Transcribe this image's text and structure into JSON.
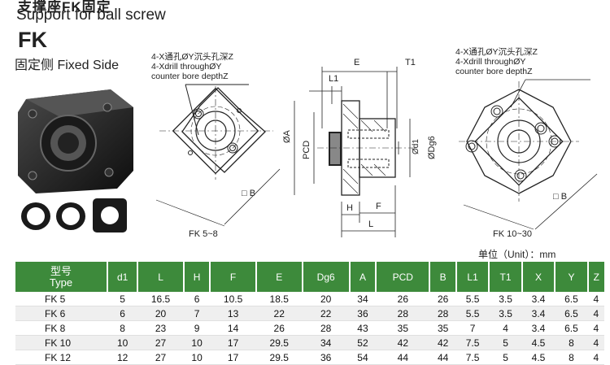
{
  "header": {
    "cut_text": "支撑座FK固定",
    "title": "Support for ball screw",
    "model": "FK",
    "side_label": "固定侧 Fixed Side"
  },
  "drawing_left": {
    "note_line1": "4-X通孔ØY沉头孔深Z",
    "note_line2": "4-Xdrill throughØY",
    "note_line3": "counter bore depthZ",
    "dim_B": "□ B",
    "range": "FK 5~8"
  },
  "drawing_side": {
    "E": "E",
    "T1": "T1",
    "L1": "L1",
    "A": "ØA",
    "PCD": "PCD",
    "d1": "Ød1",
    "Dg6": "ØDg6",
    "H": "H",
    "F": "F",
    "L": "L"
  },
  "drawing_right": {
    "note_line1": "4-X通孔ØY沉头孔深Z",
    "note_line2": "4-Xdrill throughØY",
    "note_line3": "counter bore depthZ",
    "dim_B": "□ B",
    "range": "FK 10~30"
  },
  "unit_label": "单位（Unit）：mm",
  "table": {
    "type_cn": "型号",
    "type_en": "Type",
    "columns": [
      "d1",
      "L",
      "H",
      "F",
      "E",
      "Dg6",
      "A",
      "PCD",
      "B",
      "L1",
      "T1",
      "X",
      "Y",
      "Z"
    ],
    "rows": [
      {
        "type": "FK  5",
        "vals": [
          "5",
          "16.5",
          "6",
          "10.5",
          "18.5",
          "20",
          "34",
          "26",
          "26",
          "5.5",
          "3.5",
          "3.4",
          "6.5",
          "4"
        ]
      },
      {
        "type": "FK  6",
        "vals": [
          "6",
          "20",
          "7",
          "13",
          "22",
          "22",
          "36",
          "28",
          "28",
          "5.5",
          "3.5",
          "3.4",
          "6.5",
          "4"
        ]
      },
      {
        "type": "FK  8",
        "vals": [
          "8",
          "23",
          "9",
          "14",
          "26",
          "28",
          "43",
          "35",
          "35",
          "7",
          "4",
          "3.4",
          "6.5",
          "4"
        ]
      },
      {
        "type": "FK  10",
        "vals": [
          "10",
          "27",
          "10",
          "17",
          "29.5",
          "34",
          "52",
          "42",
          "42",
          "7.5",
          "5",
          "4.5",
          "8",
          "4"
        ]
      },
      {
        "type": "FK  12",
        "vals": [
          "12",
          "27",
          "10",
          "17",
          "29.5",
          "36",
          "54",
          "44",
          "44",
          "7.5",
          "5",
          "4.5",
          "8",
          "4"
        ]
      }
    ]
  }
}
